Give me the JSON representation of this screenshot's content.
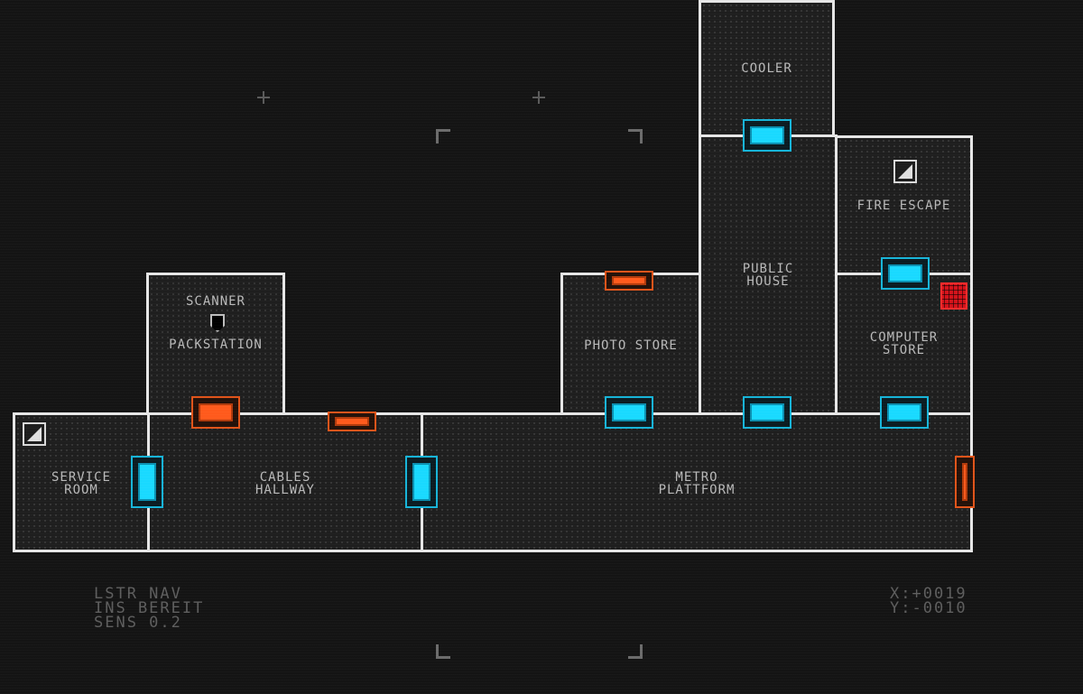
{
  "rooms": {
    "cooler": "COOLER",
    "fire_escape": "FIRE ESCAPE",
    "public_house": "PUBLIC\nHOUSE",
    "scanner": "SCANNER",
    "packstation": "PACKSTATION",
    "photo_store": "PHOTO STORE",
    "computer_store": "COMPUTER\nSTORE",
    "service_room": "SERVICE\nROOM",
    "cables_hallway": "CABLES\nHALLWAY",
    "metro_plattform": "METRO\nPLATTFORM"
  },
  "hud": {
    "line1": "LSTR NAV",
    "line2": "INS BEREIT",
    "line3": "SENS 0.2",
    "coord_x": "X:+0019",
    "coord_y": "Y:-0010"
  },
  "colors": {
    "door_open": "#19d9ff",
    "door_closed": "#ff5a1c",
    "alert": "#d4121a",
    "wall": "#e6e6e6"
  },
  "icons": {
    "stairs": "stairs-icon",
    "computer": "computer-grid-icon",
    "scanner": "scanner-marker-icon"
  }
}
